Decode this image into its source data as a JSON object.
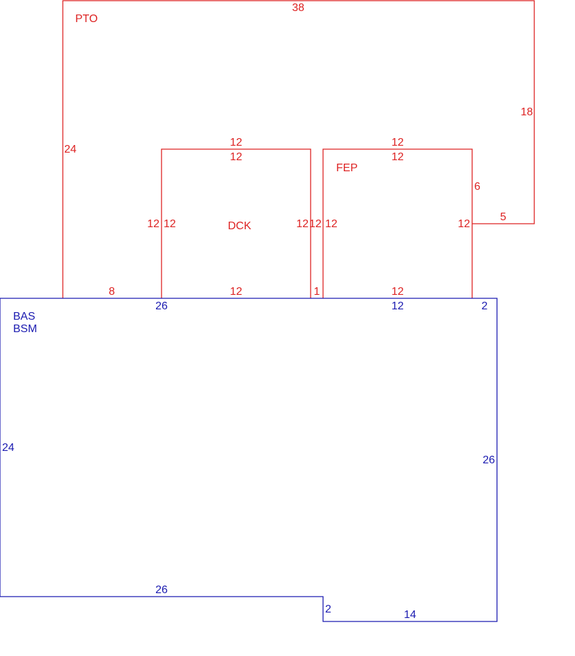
{
  "colors": {
    "upper_level": "#dd2222",
    "lower_level": "#1a1ab0",
    "background": "#ffffff"
  },
  "areas": {
    "pto": {
      "code": "PTO",
      "dims": {
        "top": "38",
        "right": "18",
        "left": "24",
        "step_right": "6",
        "step_bottom": "5",
        "bottom_left": "8",
        "gap": "1"
      }
    },
    "dck": {
      "code": "DCK",
      "dims": {
        "top_outer": "12",
        "top_inner": "12",
        "left_outer": "12",
        "left_inner": "12",
        "right_inner": "12",
        "right_outer": "12",
        "bottom": "12"
      }
    },
    "fep": {
      "code": "FEP",
      "dims": {
        "top_outer": "12",
        "top_inner": "12",
        "left_inner": "12",
        "right_inner": "12",
        "bottom": "12"
      }
    },
    "bas": {
      "code_1": "BAS",
      "code_2": "BSM",
      "dims": {
        "top_left": "26",
        "top_right": "12",
        "top_corner": "2",
        "left": "24",
        "right": "26",
        "bottom_left": "26",
        "step": "2",
        "bottom_right": "14"
      }
    }
  }
}
